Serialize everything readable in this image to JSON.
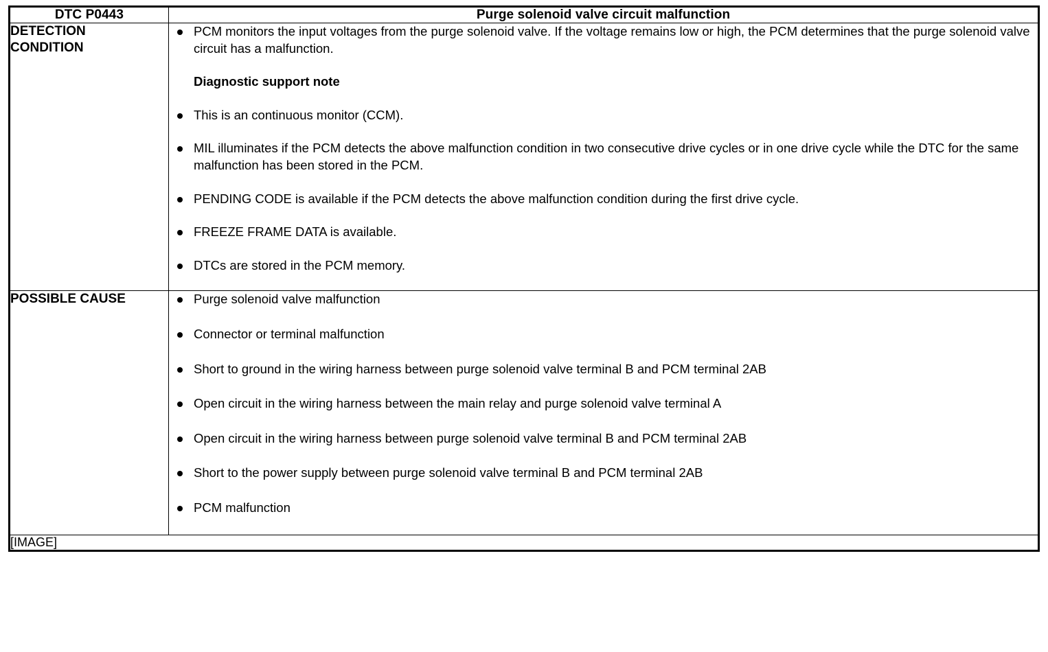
{
  "header": {
    "dtc_code": "DTC P0443",
    "title": "Purge solenoid valve circuit malfunction"
  },
  "rows": [
    {
      "label": "DETECTION\nCONDITION",
      "label_line1": "DETECTION",
      "label_line2": "CONDITION",
      "items": [
        {
          "kind": "bullet",
          "text": "PCM monitors the input voltages from the purge solenoid valve. If the voltage remains low or high, the PCM determines that the purge solenoid valve circuit has a malfunction."
        },
        {
          "kind": "note",
          "text": "Diagnostic support note"
        },
        {
          "kind": "bullet",
          "text": "This is an continuous monitor (CCM)."
        },
        {
          "kind": "bullet",
          "text": "MIL illuminates if the PCM detects the above malfunction condition in two consecutive drive cycles or in one drive cycle while the DTC for the same malfunction has been stored in the PCM."
        },
        {
          "kind": "bullet",
          "text": "PENDING CODE is available if the PCM detects the above malfunction condition during the first drive cycle."
        },
        {
          "kind": "bullet",
          "text": "FREEZE FRAME DATA is available."
        },
        {
          "kind": "bullet",
          "text": "DTCs are stored in the PCM memory."
        }
      ]
    },
    {
      "label": "POSSIBLE CAUSE",
      "items": [
        {
          "kind": "bullet",
          "text": "Purge solenoid valve malfunction"
        },
        {
          "kind": "bullet",
          "text": "Connector or terminal malfunction"
        },
        {
          "kind": "bullet",
          "text": "Short to ground in the wiring harness between purge solenoid valve terminal B and PCM terminal 2AB"
        },
        {
          "kind": "bullet",
          "text": "Open circuit in the wiring harness between the main relay and purge solenoid valve terminal A"
        },
        {
          "kind": "bullet",
          "text": "Open circuit in the wiring harness between purge solenoid valve terminal B and PCM terminal 2AB"
        },
        {
          "kind": "bullet",
          "text": "Short to the power supply between purge solenoid valve terminal B and PCM terminal 2AB"
        },
        {
          "kind": "bullet",
          "text": "PCM malfunction"
        }
      ]
    }
  ],
  "footer": {
    "image_placeholder": "[IMAGE]"
  },
  "colors": {
    "text": "#000000",
    "background": "#ffffff",
    "border": "#000000"
  }
}
